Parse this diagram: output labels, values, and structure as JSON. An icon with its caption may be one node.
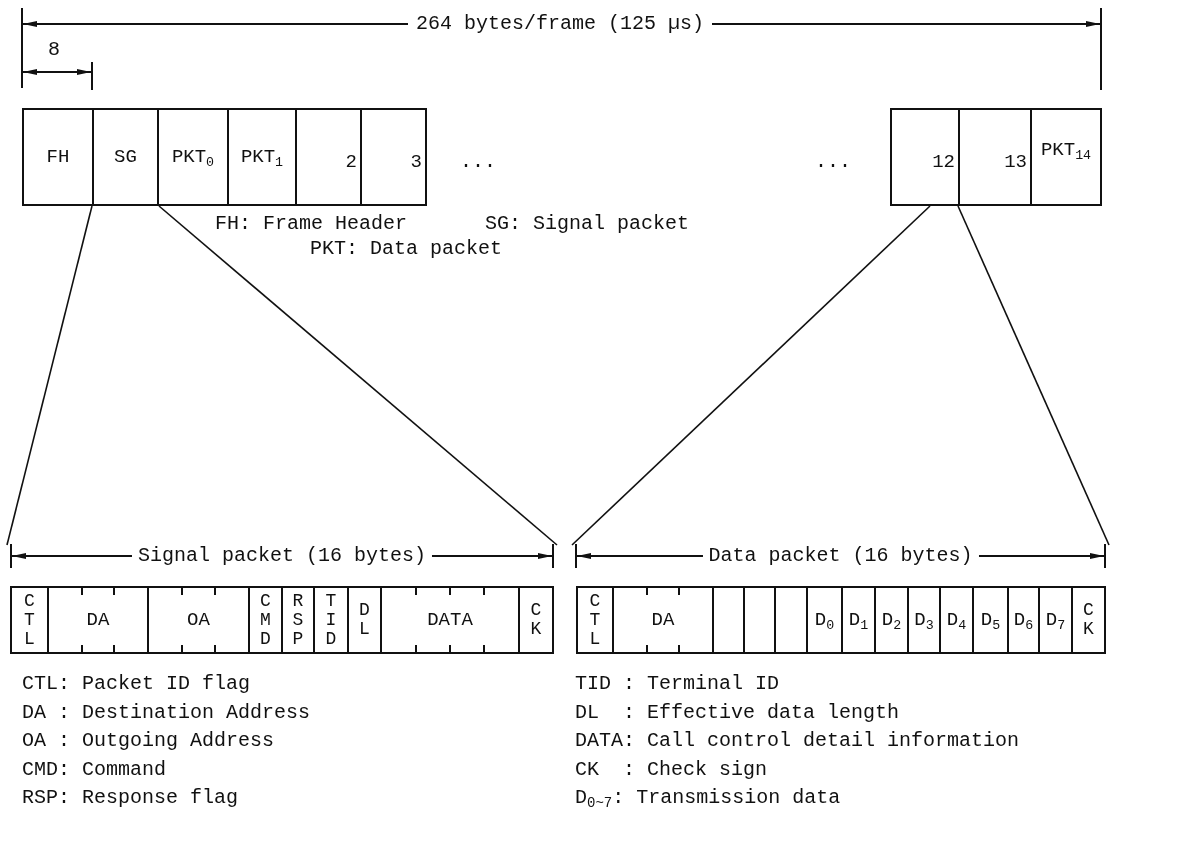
{
  "diagram": {
    "nodes": [
      {
        "text": [
          "FH"
        ]
      },
      {
        "text": [
          "SG"
        ]
      },
      {
        "text": [
          "PKT$_{0}$"
        ]
      },
      {
        "text": [
          "PKT$_{1}$"
        ]
      },
      {
        "text": [
          "2"
        ]
      },
      {
        "text": [
          "3"
        ]
      },
      {
        "text": [
          "12"
        ]
      },
      {
        "text": [
          "13"
        ]
      },
      {
        "text": [
          "PKT$_{14}$"
        ]
      },
      {
        "text": [
          "Signal packet (16 bytes)"
        ]
      },
      {
        "text": [
          "CTL"
        ]
      },
      {
        "text": [
          "DA"
        ]
      },
      {
        "text": [
          "OA"
        ]
      },
      {
        "text": [
          "CMD"
        ]
      },
      {
        "text": [
          "RSP"
        ]
      },
      {
        "text": [
          "TID"
        ]
      },
      {
        "text": [
          "DL"
        ]
      },
      {
        "text": [
          "DATA"
        ]
      },
      {
        "text": [
          "CK"
        ]
      },
      {
        "text": [
          "Data packet (16 bytes)"
        ]
      },
      {
        "text": [
          "CTL"
        ]
      },
      {
        "text": [
          "DA"
        ]
      },
      {
        "text": [],
        "shape": "box"
      },
      {
        "text": [],
        "shape": "box"
      },
      {
        "text": [],
        "shape": "box"
      },
      {
        "text": [
          "D$_{0}$"
        ]
      },
      {
        "text": [
          "D$_{1}$"
        ]
      },
      {
        "text": [
          "D$_{2}$"
        ]
      },
      {
        "text": [
          "D$_{3}$"
        ]
      },
      {
        "text": [
          "D$_{4}$"
        ]
      },
      {
        "text": [
          "D$_{5}$"
        ]
      },
      {
        "text": [
          "D$_{6}$"
        ]
      },
      {
        "text": [
          "D$_{7}$"
        ]
      },
      {
        "text": [
          "CK"
        ]
      }
    ],
    "edges": [
      {
        "from": 1,
        "to": 9,
        "arrow": "none"
      },
      {
        "from": 1,
        "to": 9,
        "arrow": "none"
      },
      {
        "from": 6,
        "to": 19,
        "arrow": "none"
      },
      {
        "from": 6,
        "to": 19,
        "arrow": "none"
      }
    ],
    "labels": [
      "264 bytes/frame (125 µs)",
      "8",
      "...",
      "...",
      "FH: Frame Header",
      "SG: Signal packet",
      "PKT: Data packet",
      "CTL: Packet ID flag",
      "DA : Destination Address",
      "OA : Outgoing Address",
      "CMD: Command",
      "RSP: Response flag",
      "TID : Terminal ID",
      "DL  : Effective data length",
      "DATA: Call control detail information",
      "CK  : Check sign",
      "D$_{0~7}$: Transmission data"
    ]
  }
}
